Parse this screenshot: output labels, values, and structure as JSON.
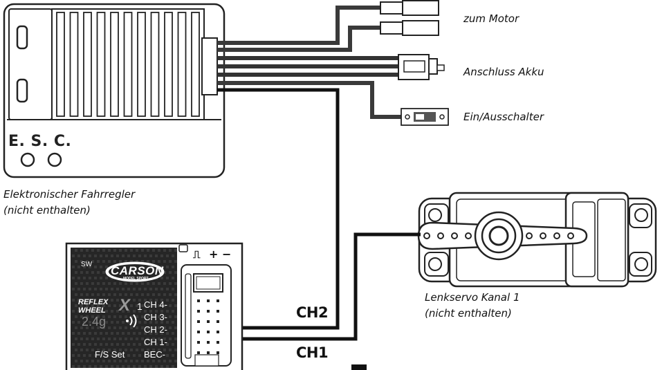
{
  "labels": {
    "motor": "zum Motor",
    "battery": "Anschluss Akku",
    "switch": "Ein/Ausschalter",
    "esc_line1": "Elektronischer Fahrregler",
    "esc_line2": "(nicht enthalten)",
    "servo_line1": "Lenkservo Kanal 1",
    "servo_line2": "(nicht enthalten)"
  },
  "esc": {
    "mark": "E. S. C."
  },
  "channels": {
    "ch2": "CH2",
    "ch1": "CH1"
  },
  "receiver": {
    "sw": "SW",
    "brand": "CARSON",
    "brand_sub": "MODEL SPORT",
    "model_line1": "REFLEX",
    "model_line2": "WHEEL",
    "model_x": "X",
    "model_1": "1",
    "band": "2.4g",
    "pins": [
      "CH 4-",
      "CH 3-",
      "CH 2-",
      "CH 1-",
      "BEC-"
    ],
    "fs": "F/S Set",
    "pin_symbols": [
      "⎍",
      "+",
      "−"
    ]
  }
}
